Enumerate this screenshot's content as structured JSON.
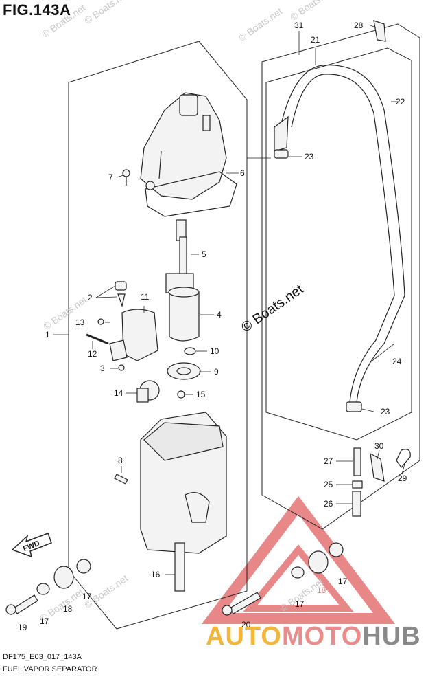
{
  "figure": {
    "title": "FIG.143A",
    "model_code": "DF175_E03_017_143A",
    "caption": "FUEL VAPOR SEPARATOR"
  },
  "watermarks": {
    "small": "© Boats.net",
    "large": "© Boats.net"
  },
  "brand": {
    "part1": "AUTO",
    "part2": "MOTO",
    "part3": "HUB",
    "colors": {
      "auto": "#f2b63a",
      "moto": "#e88c8c",
      "hub": "#8a8a8a",
      "triangle": "#e06060"
    }
  },
  "fwd_label": "FWD",
  "callouts": [
    {
      "id": "1",
      "text": "1"
    },
    {
      "id": "2",
      "text": "2"
    },
    {
      "id": "3",
      "text": "3"
    },
    {
      "id": "4",
      "text": "4"
    },
    {
      "id": "5",
      "text": "5"
    },
    {
      "id": "6",
      "text": "6"
    },
    {
      "id": "7",
      "text": "7"
    },
    {
      "id": "8",
      "text": "8"
    },
    {
      "id": "9",
      "text": "9"
    },
    {
      "id": "10",
      "text": "10"
    },
    {
      "id": "11",
      "text": "11"
    },
    {
      "id": "12",
      "text": "12"
    },
    {
      "id": "13",
      "text": "13"
    },
    {
      "id": "14",
      "text": "14"
    },
    {
      "id": "15",
      "text": "15"
    },
    {
      "id": "16",
      "text": "16"
    },
    {
      "id": "17a",
      "text": "17"
    },
    {
      "id": "17b",
      "text": "17"
    },
    {
      "id": "17c",
      "text": "17"
    },
    {
      "id": "17d",
      "text": "17"
    },
    {
      "id": "18a",
      "text": "18"
    },
    {
      "id": "18b",
      "text": "18"
    },
    {
      "id": "19",
      "text": "19"
    },
    {
      "id": "20",
      "text": "20"
    },
    {
      "id": "21",
      "text": "21"
    },
    {
      "id": "22",
      "text": "22"
    },
    {
      "id": "23a",
      "text": "23"
    },
    {
      "id": "23b",
      "text": "23"
    },
    {
      "id": "24",
      "text": "24"
    },
    {
      "id": "25",
      "text": "25"
    },
    {
      "id": "26",
      "text": "26"
    },
    {
      "id": "27",
      "text": "27"
    },
    {
      "id": "28",
      "text": "28"
    },
    {
      "id": "29",
      "text": "29"
    },
    {
      "id": "30",
      "text": "30"
    },
    {
      "id": "31",
      "text": "31"
    }
  ]
}
